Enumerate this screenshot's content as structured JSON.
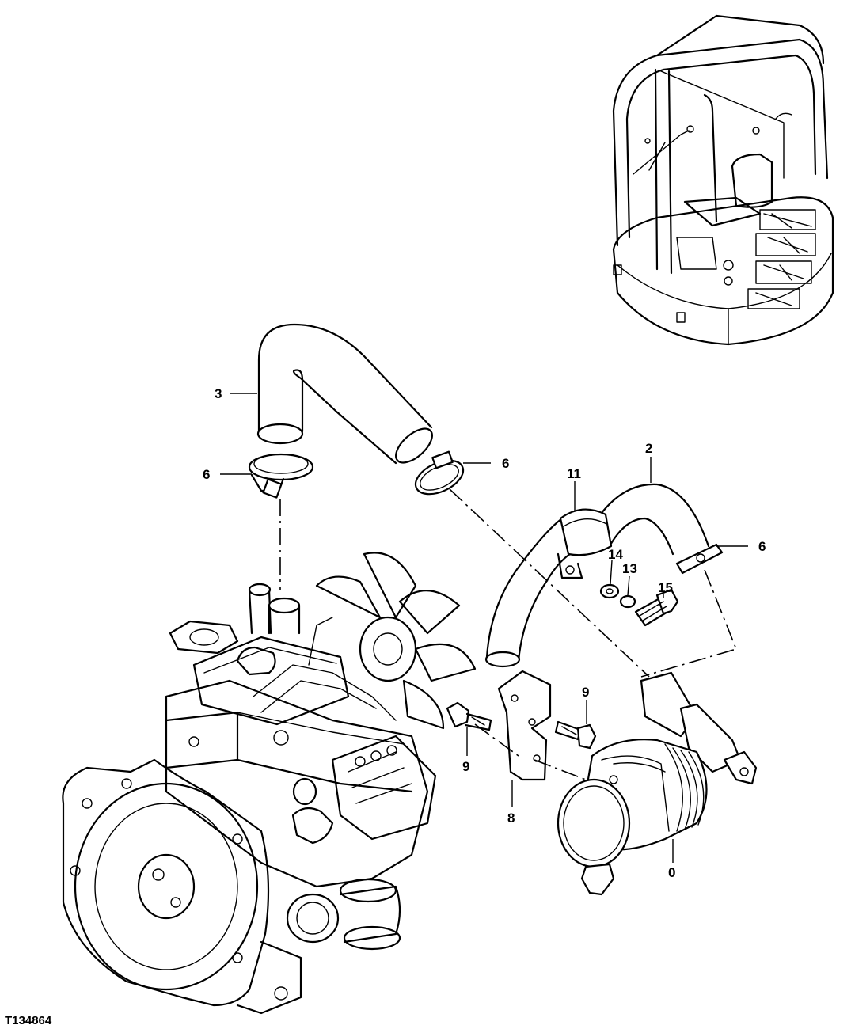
{
  "figure_id": "T134864",
  "callouts": {
    "c0": "0",
    "c2": "2",
    "c3": "3",
    "c6a": "6",
    "c6b": "6",
    "c6c": "6",
    "c8": "8",
    "c9a": "9",
    "c9b": "9",
    "c11": "11",
    "c13": "13",
    "c14": "14",
    "c15": "15"
  }
}
